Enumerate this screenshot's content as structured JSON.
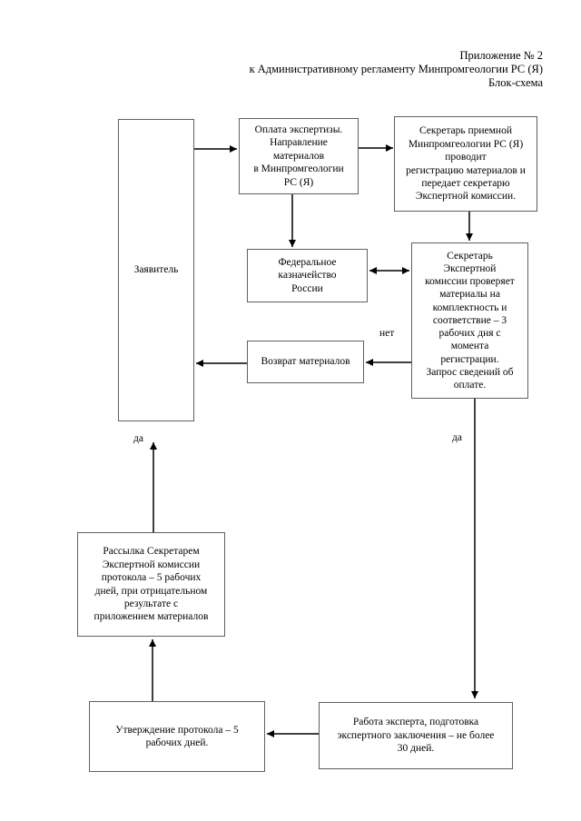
{
  "header": {
    "line1": "Приложение № 2",
    "line2": "к Административному регламенту Минпромгеологии РС (Я)",
    "line3": "Блок-схема"
  },
  "flowchart": {
    "boxes": {
      "zayavitel": {
        "text": "Заявитель"
      },
      "oplata": {
        "text": "Оплата экспертизы.\nНаправление\nматериалов\nв Минпромгеологии\nРС (Я)"
      },
      "sekretar_priemnoj": {
        "text": "Секретарь приемной\nМинпромгеологии РС (Я)\nпроводит\nрегистрацию материалов и\nпередает секретарю\nЭкспертной комиссии."
      },
      "kaznachejstvo": {
        "text": "Федеральное\nказначейство\nРоссии"
      },
      "sekretar_ekspertnoj": {
        "text": "Секретарь\nЭкспертной\nкомиссии проверяет\nматериалы на\nкомплектность и\nсоответствие – 3\nрабочих дня с\nмомента\nрегистрации.\nЗапрос сведений об\nоплате."
      },
      "vozvrat": {
        "text": "Возврат материалов"
      },
      "rassylka": {
        "text": "Рассылка Секретарем\nЭкспертной комиссии\nпротокола – 5 рабочих\nдней, при отрицательном\nрезультате с\nприложением материалов"
      },
      "utverzhdenie": {
        "text": "Утверждение протокола – 5\nрабочих дней."
      },
      "rabota": {
        "text": "Работа эксперта, подготовка\nэкспертного заключения – не более\n30 дней."
      }
    },
    "edge_labels": {
      "net": "нет",
      "da_left": "да",
      "da_right": "да"
    }
  },
  "colors": {
    "background": "#ffffff",
    "box_border": "#606060",
    "connector": "#000000",
    "text": "#000000"
  }
}
